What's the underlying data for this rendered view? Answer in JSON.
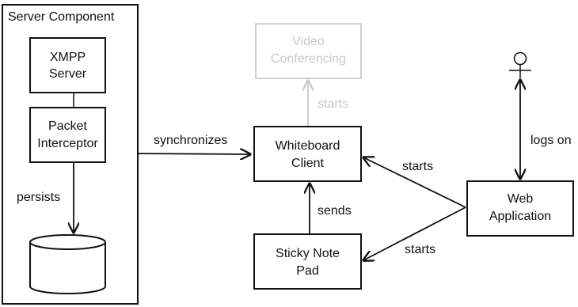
{
  "container": {
    "title": "Server Component"
  },
  "nodes": {
    "xmpp": {
      "line1": "XMPP",
      "line2": "Server"
    },
    "interceptor": {
      "line1": "Packet",
      "line2": "Interceptor"
    },
    "video": {
      "line1": "Video",
      "line2": "Conferencing"
    },
    "whiteboard": {
      "line1": "Whiteboard",
      "line2": "Client"
    },
    "sticky": {
      "line1": "Sticky Note",
      "line2": "Pad"
    },
    "webapp": {
      "line1": "Web",
      "line2": "Application"
    }
  },
  "edges": {
    "persists": "persists",
    "synchronizes": "synchronizes",
    "starts_video": "starts",
    "sends": "sends",
    "starts_whiteboard": "starts",
    "starts_sticky": "starts",
    "logs_on": "logs on"
  },
  "colors": {
    "stroke": "#111111",
    "faded": "#c8c8c8",
    "background": "#ffffff"
  }
}
